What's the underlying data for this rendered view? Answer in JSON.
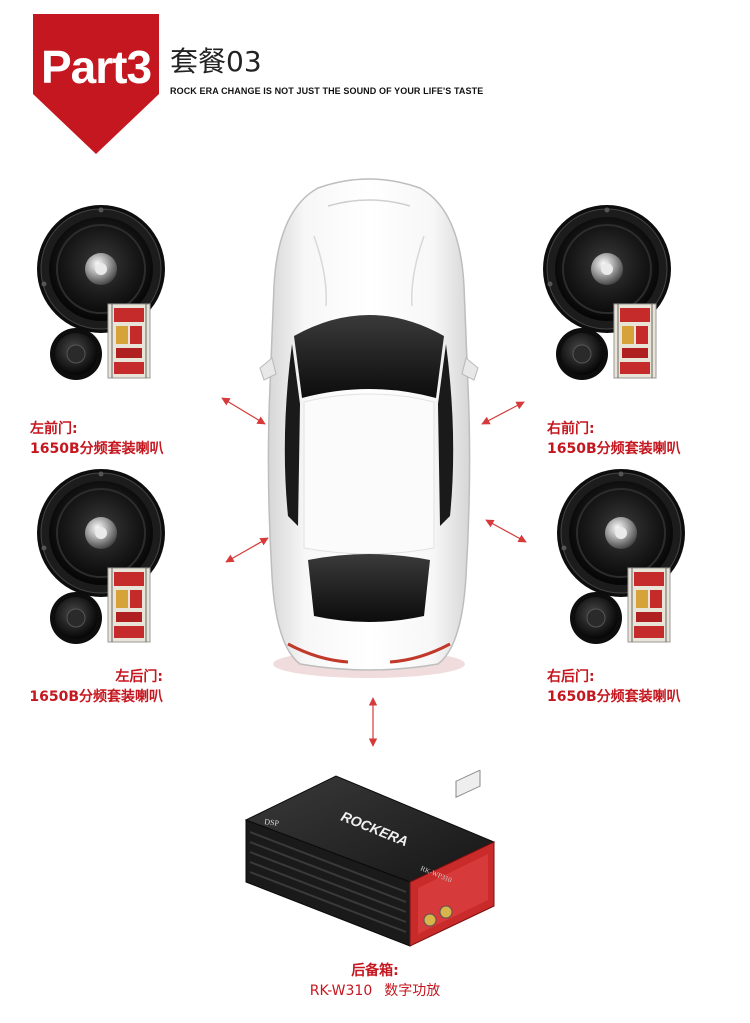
{
  "header": {
    "badge_text": "Part3",
    "package_title": "套餐03",
    "slogan": "ROCK ERA CHANGE IS NOT JUST THE SOUND OF YOUR LIFE'S TASTE"
  },
  "speakers": {
    "front_left": {
      "position": "左前门:",
      "product": "1650B分频套装喇叭"
    },
    "front_right": {
      "position": "右前门:",
      "product": "1650B分频套装喇叭"
    },
    "rear_left": {
      "position": "左后门:",
      "product": "1650B分频套装喇叭"
    },
    "rear_right": {
      "position": "右后门:",
      "product": "1650B分频套装喇叭"
    }
  },
  "amplifier": {
    "position": "后备箱:",
    "model": "RK-W310",
    "description": "数字功放",
    "brand": "ROCKERA",
    "panel_label": "DSP",
    "model_plate": "RK-WP310"
  },
  "colors": {
    "accent": "#c5171f",
    "arrow": "#d63a3a"
  }
}
